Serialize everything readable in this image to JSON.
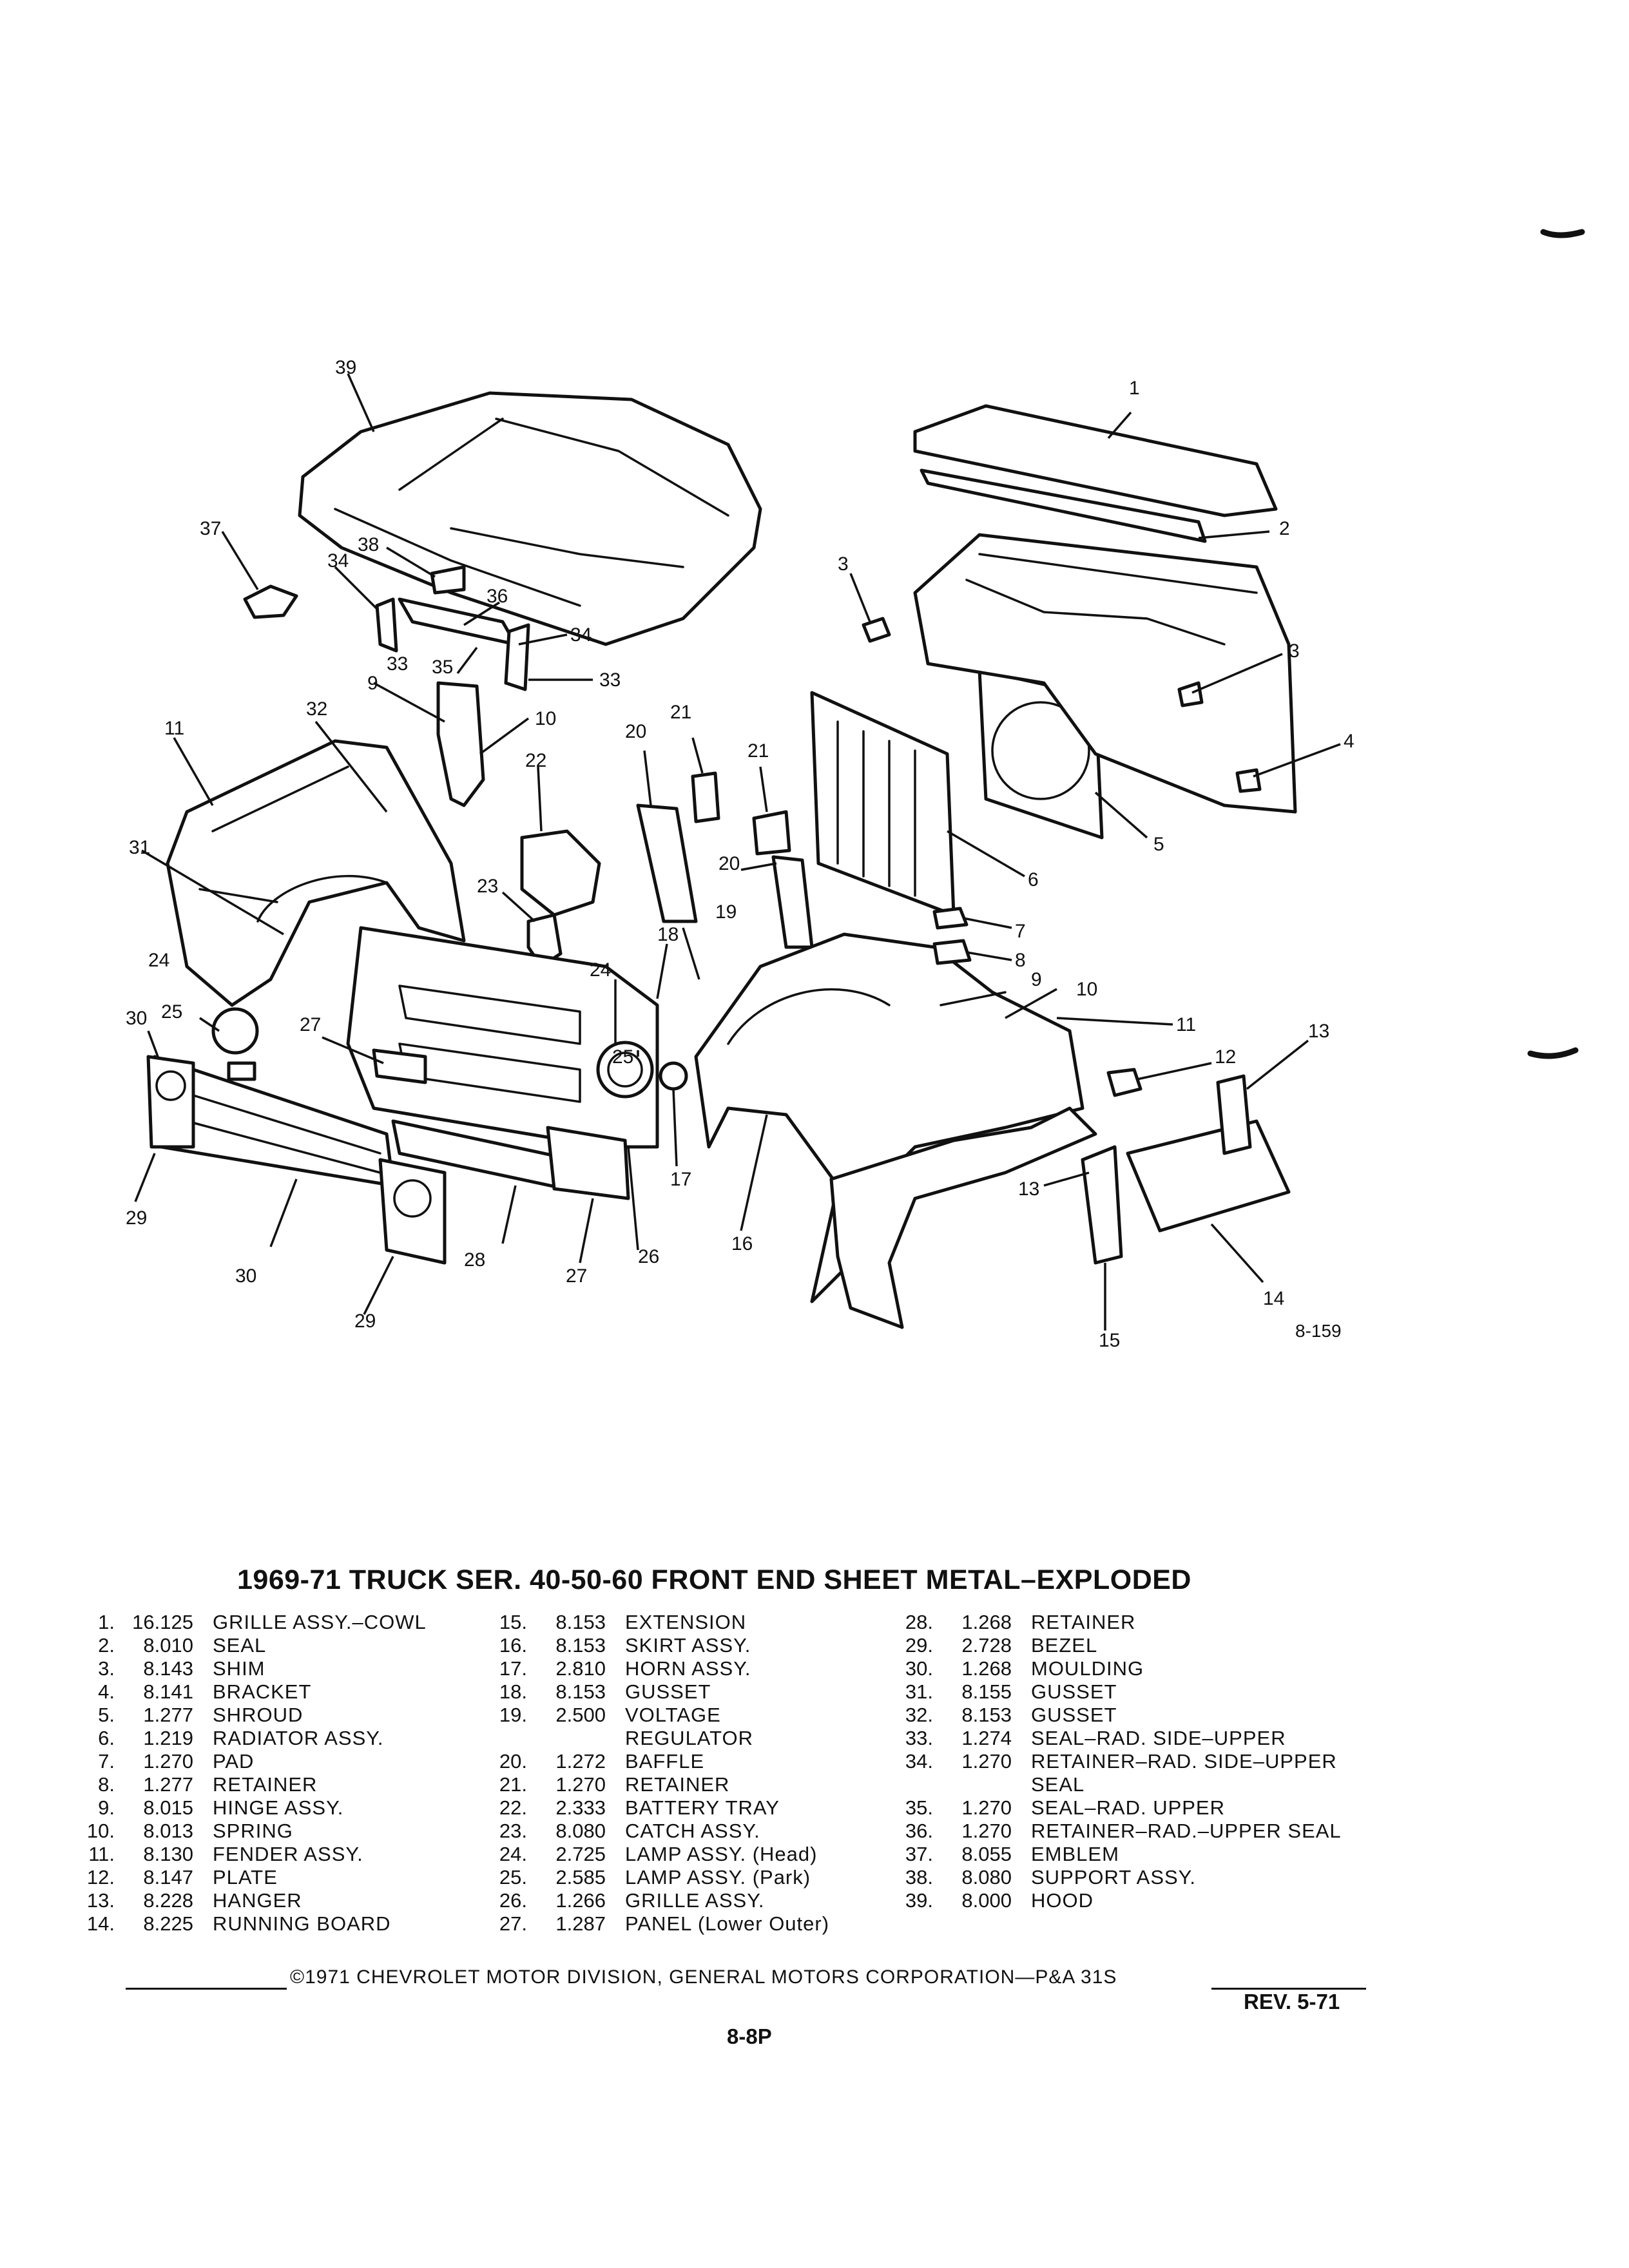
{
  "figure_id": "8-159",
  "title": "1969-71 TRUCK SER. 40-50-60 FRONT END SHEET METAL–EXPLODED",
  "callouts": [
    "1",
    "2",
    "3",
    "3",
    "4",
    "5",
    "6",
    "7",
    "8",
    "9",
    "10",
    "11",
    "13",
    "12",
    "13",
    "14",
    "15",
    "16",
    "17",
    "19",
    "18",
    "20",
    "20",
    "21",
    "21",
    "22",
    "23",
    "24",
    "25",
    "24",
    "27",
    "30",
    "25",
    "29",
    "30",
    "28",
    "27",
    "26",
    "29",
    "31",
    "32",
    "11",
    "9",
    "10",
    "33",
    "35",
    "34",
    "33",
    "34",
    "36",
    "38",
    "37",
    "39"
  ],
  "parts": [
    {
      "no": "1.",
      "code": "16.125",
      "name": "GRILLE ASSY.–COWL"
    },
    {
      "no": "2.",
      "code": "8.010",
      "name": "SEAL"
    },
    {
      "no": "3.",
      "code": "8.143",
      "name": "SHIM"
    },
    {
      "no": "4.",
      "code": "8.141",
      "name": "BRACKET"
    },
    {
      "no": "5.",
      "code": "1.277",
      "name": "SHROUD"
    },
    {
      "no": "6.",
      "code": "1.219",
      "name": "RADIATOR ASSY."
    },
    {
      "no": "7.",
      "code": "1.270",
      "name": "PAD"
    },
    {
      "no": "8.",
      "code": "1.277",
      "name": "RETAINER"
    },
    {
      "no": "9.",
      "code": "8.015",
      "name": "HINGE ASSY."
    },
    {
      "no": "10.",
      "code": "8.013",
      "name": "SPRING"
    },
    {
      "no": "11.",
      "code": "8.130",
      "name": "FENDER ASSY."
    },
    {
      "no": "12.",
      "code": "8.147",
      "name": "PLATE"
    },
    {
      "no": "13.",
      "code": "8.228",
      "name": "HANGER"
    },
    {
      "no": "14.",
      "code": "8.225",
      "name": "RUNNING BOARD"
    },
    {
      "no": "15.",
      "code": "8.153",
      "name": "EXTENSION"
    },
    {
      "no": "16.",
      "code": "8.153",
      "name": "SKIRT ASSY."
    },
    {
      "no": "17.",
      "code": "2.810",
      "name": "HORN ASSY."
    },
    {
      "no": "18.",
      "code": "8.153",
      "name": "GUSSET"
    },
    {
      "no": "19.",
      "code": "2.500",
      "name": "VOLTAGE"
    },
    {
      "no": "",
      "code": "",
      "name": "REGULATOR"
    },
    {
      "no": "20.",
      "code": "1.272",
      "name": "BAFFLE"
    },
    {
      "no": "21.",
      "code": "1.270",
      "name": "RETAINER"
    },
    {
      "no": "22.",
      "code": "2.333",
      "name": "BATTERY TRAY"
    },
    {
      "no": "23.",
      "code": "8.080",
      "name": "CATCH ASSY."
    },
    {
      "no": "24.",
      "code": "2.725",
      "name": "LAMP ASSY. (Head)"
    },
    {
      "no": "25.",
      "code": "2.585",
      "name": "LAMP ASSY. (Park)"
    },
    {
      "no": "26.",
      "code": "1.266",
      "name": "GRILLE ASSY."
    },
    {
      "no": "27.",
      "code": "1.287",
      "name": "PANEL (Lower Outer)"
    },
    {
      "no": "28.",
      "code": "1.268",
      "name": "RETAINER"
    },
    {
      "no": "29.",
      "code": "2.728",
      "name": "BEZEL"
    },
    {
      "no": "30.",
      "code": "1.268",
      "name": "MOULDING"
    },
    {
      "no": "31.",
      "code": "8.155",
      "name": "GUSSET"
    },
    {
      "no": "32.",
      "code": "8.153",
      "name": "GUSSET"
    },
    {
      "no": "33.",
      "code": "1.274",
      "name": "SEAL–RAD. SIDE–UPPER"
    },
    {
      "no": "34.",
      "code": "1.270",
      "name": "RETAINER–RAD. SIDE–UPPER"
    },
    {
      "no": "",
      "code": "",
      "name": "SEAL"
    },
    {
      "no": "35.",
      "code": "1.270",
      "name": "SEAL–RAD. UPPER"
    },
    {
      "no": "36.",
      "code": "1.270",
      "name": "RETAINER–RAD.–UPPER SEAL"
    },
    {
      "no": "37.",
      "code": "8.055",
      "name": "EMBLEM"
    },
    {
      "no": "38.",
      "code": "8.080",
      "name": "SUPPORT ASSY."
    },
    {
      "no": "39.",
      "code": "8.000",
      "name": "HOOD"
    }
  ],
  "footer": {
    "copyright": "©1971 CHEVROLET MOTOR DIVISION, GENERAL MOTORS CORPORATION—P&A 31S",
    "revision": "REV. 5-71",
    "page": "8-8P"
  }
}
